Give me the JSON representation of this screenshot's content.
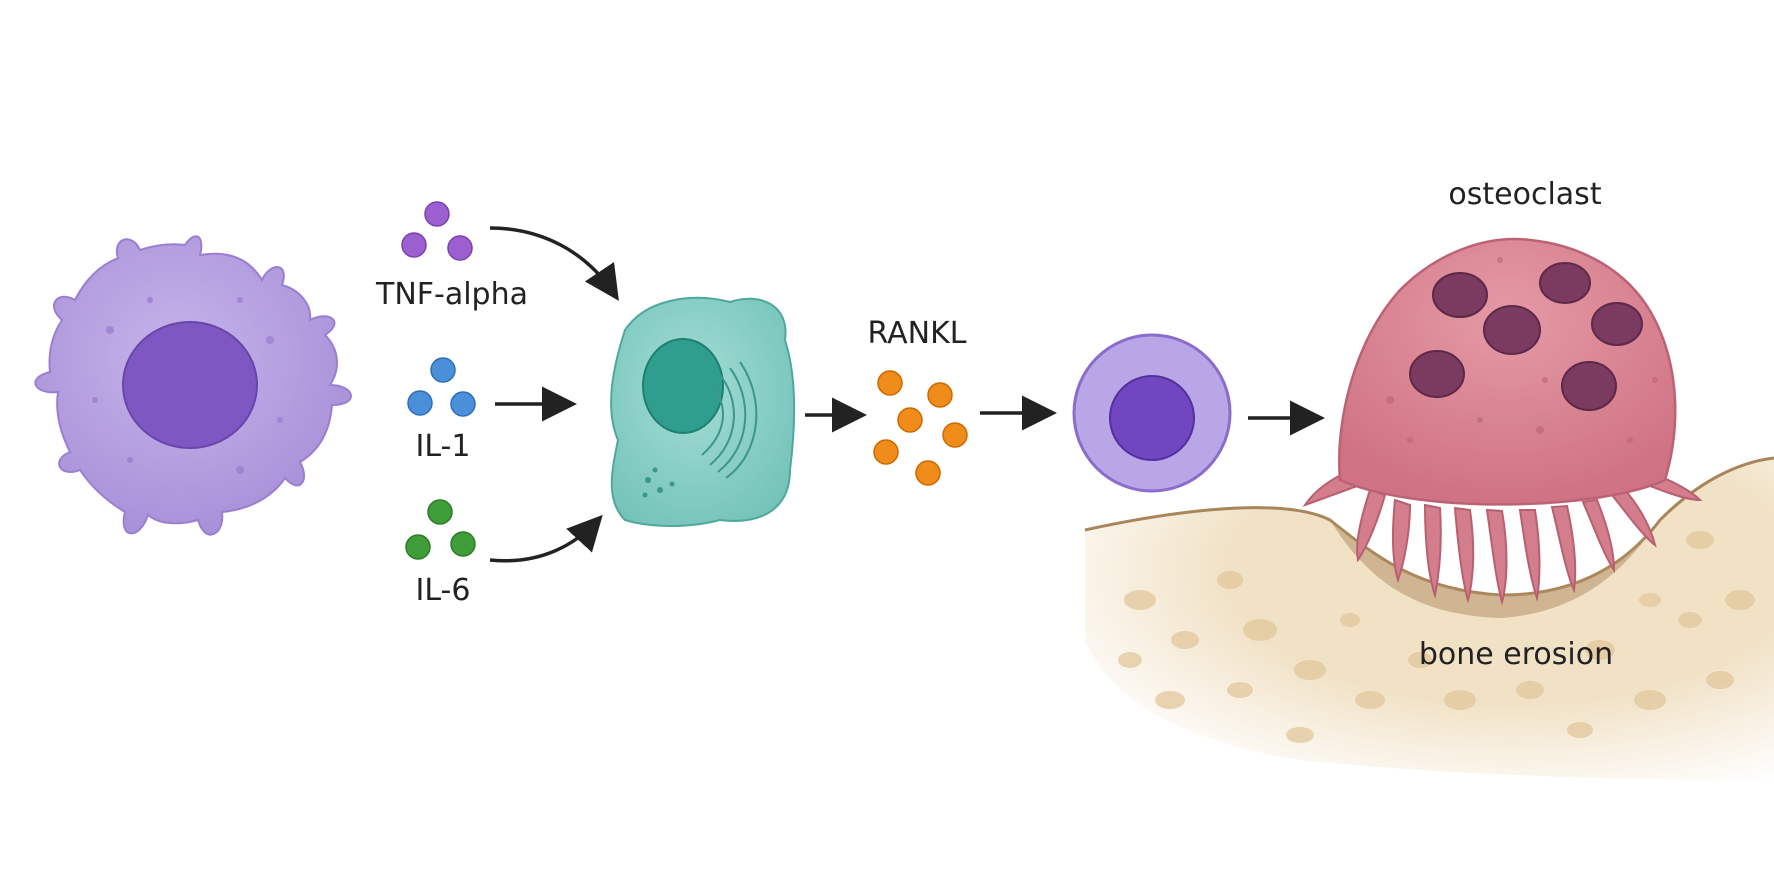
{
  "labels": {
    "tnf": "TNF-alpha",
    "il1": "IL-1",
    "il6": "IL-6",
    "rankl": "RANKL",
    "osteoclast": "osteoclast",
    "bone_erosion": "bone erosion"
  },
  "colors": {
    "background": "#ffffff",
    "macrophage": "#b39ddb",
    "macrophage_nucleus": "#7e57c2",
    "fibroblast": "#80cbc4",
    "fibroblast_nucleus": "#2f9e8f",
    "tnf_dots": "#9c5fcf",
    "il1_dots": "#4a90d9",
    "il6_dots": "#3f9e3a",
    "rankl_dots": "#f08c1a",
    "precursor": "#b8a6e6",
    "precursor_nucleus": "#7047c0",
    "osteoclast": "#d9818f",
    "osteoclast_nuclei": "#7b3a60",
    "bone": "#f1e2c6",
    "bone_pores": "#e6cfa8",
    "arrow": "#222222"
  }
}
